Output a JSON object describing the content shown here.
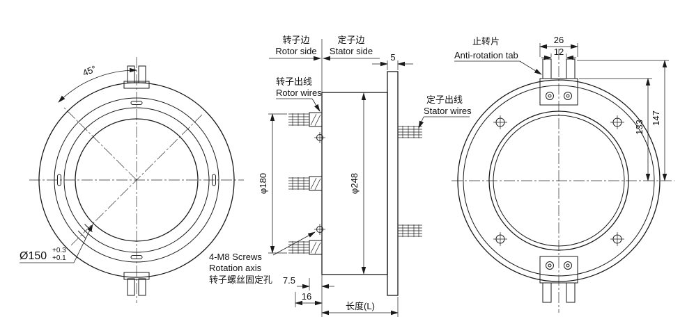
{
  "colors": {
    "line": "#1a1a1a",
    "background": "#ffffff"
  },
  "left_view": {
    "angle_dim": "45°",
    "bore_dim": "Ø150",
    "bore_tol_upper": "+0.3",
    "bore_tol_lower": "+0.1"
  },
  "side_view": {
    "rotor_side": {
      "cn": "转子边",
      "en": "Rotor side"
    },
    "stator_side": {
      "cn": "定子边",
      "en": "Stator side"
    },
    "rotor_wires": {
      "cn": "转子出线",
      "en": "Rotor wires"
    },
    "stator_wires": {
      "cn": "定子出线",
      "en": "Stator wires"
    },
    "screw_note": {
      "line1": "4-M8 Screws",
      "line2": "Rotation axis",
      "line3": "转子螺丝固定孔"
    },
    "dims": {
      "flange_thickness": "5",
      "wire_circle_dia": "φ180",
      "body_dia": "φ248",
      "offset_small": "7.5",
      "offset_large": "16",
      "length": "长度(L)"
    }
  },
  "rear_view": {
    "tab_note": {
      "cn": "止转片",
      "en": "Anti-rotation tab"
    },
    "dims": {
      "tab_outer_width": "26",
      "tab_slot_width": "12",
      "tab_center_dist": "133",
      "tab_tip_dist": "147"
    }
  }
}
